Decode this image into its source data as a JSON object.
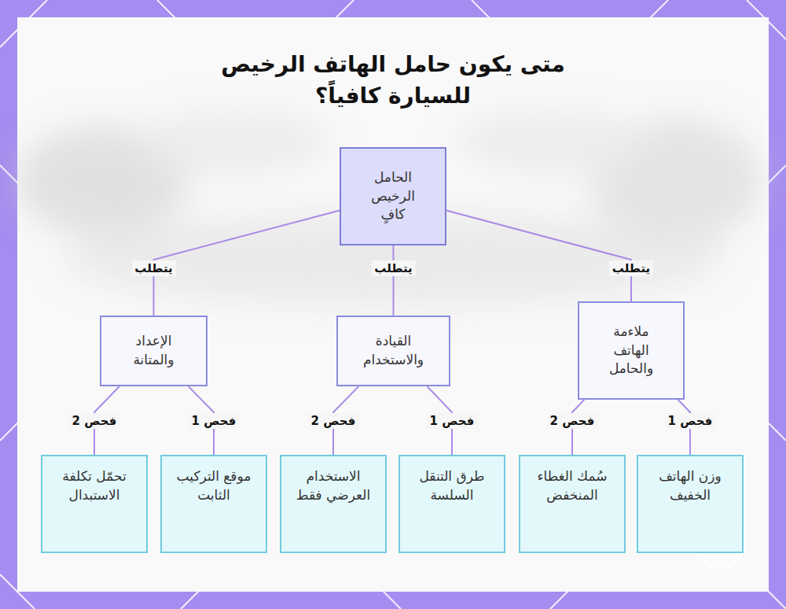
{
  "diagram": {
    "title": "متى يكون حامل الهاتف الرخيص للسيارة كافياً؟",
    "nodes": [
      {
        "text": [
          "الحامل الرخيص كافٍ"
        ]
      },
      {
        "text": [
          "ملاءمة الهاتف والحامل"
        ]
      },
      {
        "text": [
          "القيادة والاستخدام"
        ]
      },
      {
        "text": [
          "الإعداد والمتانة"
        ]
      },
      {
        "text": [
          "وزن الهاتف الخفيف"
        ]
      },
      {
        "text": [
          "سُمك الغطاء المنخفض"
        ]
      },
      {
        "text": [
          "طرق التنقل السلسة"
        ]
      },
      {
        "text": [
          "الاستخدام العرضي فقط"
        ]
      },
      {
        "text": [
          "موقع التركيب الثابت"
        ]
      },
      {
        "text": [
          "تحمّل تكلفة الاستبدال"
        ]
      }
    ],
    "edges": [
      {
        "from": 0,
        "to": 1,
        "label": "يتطلب",
        "arrow": "none"
      },
      {
        "from": 0,
        "to": 2,
        "label": "يتطلب",
        "arrow": "none"
      },
      {
        "from": 0,
        "to": 3,
        "label": "يتطلب",
        "arrow": "none"
      },
      {
        "from": 1,
        "to": 4,
        "label": "فحص 1",
        "arrow": "none"
      },
      {
        "from": 1,
        "to": 5,
        "label": "فحص 2",
        "arrow": "none"
      },
      {
        "from": 2,
        "to": 6,
        "label": "فحص 1",
        "arrow": "none"
      },
      {
        "from": 2,
        "to": 7,
        "label": "فحص 2",
        "arrow": "none"
      },
      {
        "from": 3,
        "to": 8,
        "label": "فحص 1",
        "arrow": "none"
      },
      {
        "from": 3,
        "to": 9,
        "label": "فحص 2",
        "arrow": "none"
      }
    ]
  }
}
